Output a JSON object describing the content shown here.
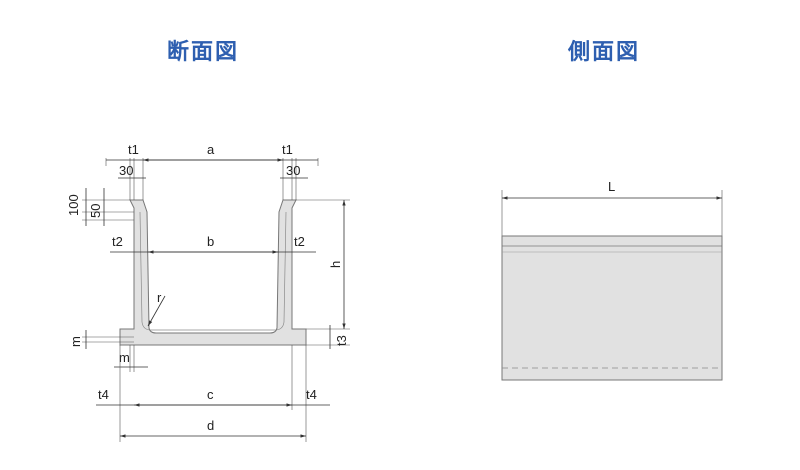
{
  "titles": {
    "cross_section": "断面図",
    "side_view": "側面図"
  },
  "cross_section": {
    "labels": {
      "t1_left": "t1",
      "a": "a",
      "t1_right": "t1",
      "d30_left": "30",
      "d30_right": "30",
      "d100": "100",
      "d50": "50",
      "t2_left": "t2",
      "b": "b",
      "t2_right": "t2",
      "h": "h",
      "r": "r",
      "m_left": "m",
      "m_bottom": "m",
      "t3": "t3",
      "t4_left": "t4",
      "c": "c",
      "t4_right": "t4",
      "d": "d"
    }
  },
  "side_view": {
    "labels": {
      "L": "L"
    }
  }
}
